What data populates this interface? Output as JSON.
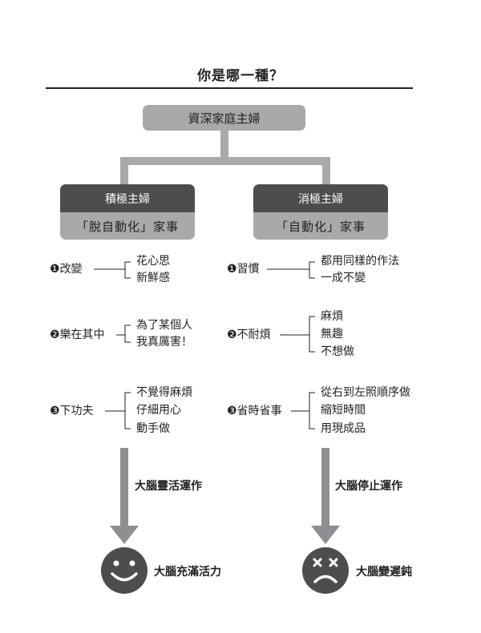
{
  "title": "你是哪一種？",
  "root": "資深家庭主婦",
  "left": {
    "heading": "積極主婦",
    "subheading": "「脫自動化」家事",
    "groups": [
      {
        "label": "❶改變",
        "items": [
          "花心思",
          "新鮮感"
        ]
      },
      {
        "label": "❷樂在其中",
        "items": [
          "為了某個人",
          "我真厲害！"
        ]
      },
      {
        "label": "❸下功夫",
        "items": [
          "不覺得麻煩",
          "仔細用心",
          "動手做"
        ]
      }
    ],
    "arrow_label": "大腦靈活運作",
    "result": "大腦充滿活力",
    "face_icon": "smiley-face-icon"
  },
  "right": {
    "heading": "消極主婦",
    "subheading": "「自動化」家事",
    "groups": [
      {
        "label": "❶習慣",
        "items": [
          "都用同樣的作法",
          "一成不變"
        ]
      },
      {
        "label": "❷不耐煩",
        "items": [
          "麻煩",
          "無趣",
          "不想做"
        ]
      },
      {
        "label": "❸省時省事",
        "items": [
          "從右到左照順序做",
          "縮短時間",
          "用現成品"
        ]
      }
    ],
    "arrow_label": "大腦停止運作",
    "result": "大腦變遲鈍",
    "face_icon": "dizzy-face-icon"
  },
  "colors": {
    "dark": "#4d4d4f",
    "gray": "#a8a9ab",
    "arrow": "#8e8f92",
    "text": "#231f20"
  }
}
